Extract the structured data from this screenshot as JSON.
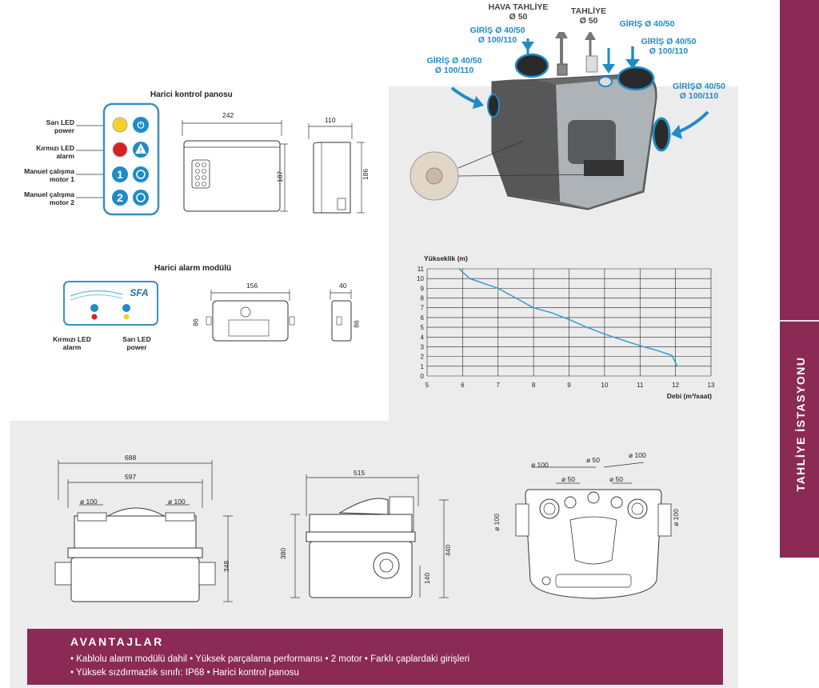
{
  "side_label": "TAHLİYE İSTASYONU",
  "control_panel": {
    "title": "Harici kontrol panosu",
    "leds": [
      {
        "line1": "Sarı LED",
        "line2": "power"
      },
      {
        "line1": "Kırmızı LED",
        "line2": "alarm"
      },
      {
        "line1": "Manuel çalışma",
        "line2": "motor 1"
      },
      {
        "line1": "Manuel çalışma",
        "line2": "motor 2"
      }
    ],
    "button_numbers": [
      "1",
      "2"
    ],
    "dims": {
      "width": "242",
      "height": "187",
      "depth": "110",
      "depth_height": "186"
    }
  },
  "alarm_module": {
    "title": "Harici alarm modülü",
    "brand": "SFA",
    "led_red": {
      "line1": "Kırmızı LED",
      "line2": "alarm"
    },
    "led_yellow": {
      "line1": "Sarı LED",
      "line2": "power"
    },
    "dims": {
      "width": "156",
      "height": "86",
      "depth": "40",
      "depth_height": "86"
    }
  },
  "product_callouts": {
    "hava_tahliye": {
      "line1": "HAVA TAHLİYE",
      "line2": "Ø 50"
    },
    "tahliye": {
      "line1": "TAHLİYE",
      "line2": "Ø 50"
    },
    "giris_top_left": {
      "line1": "GİRİŞ Ø 40/50",
      "line2": "Ø 100/110"
    },
    "giris_left": {
      "line1": "GİRİŞ Ø 40/50",
      "line2": "Ø 100/110"
    },
    "giris_top_right": "GİRİŞ Ø 40/50",
    "giris_right": {
      "line1": "GİRİŞ Ø 40/50",
      "line2": "Ø 100/110"
    },
    "giris_far_right": {
      "line1": "GİRİŞØ 40/50",
      "line2": "Ø 100/110"
    }
  },
  "chart_data": {
    "type": "line",
    "ylabel": "Yükseklik (m)",
    "xlabel": "Debi (m³/saat)",
    "xlim": [
      5,
      13
    ],
    "ylim": [
      0,
      11
    ],
    "x_ticks": [
      "5",
      "6",
      "7",
      "8",
      "9",
      "10",
      "11",
      "12",
      "13"
    ],
    "y_ticks": [
      "0",
      "1",
      "2",
      "3",
      "4",
      "5",
      "6",
      "7",
      "8",
      "9",
      "10",
      "11"
    ],
    "grid": true,
    "legend": "none",
    "series": [
      {
        "color": "#2aa0cc",
        "x": [
          5.9,
          6.05,
          6.2,
          6.6,
          7.0,
          7.5,
          8.0,
          8.5,
          9.0,
          9.5,
          10.0,
          10.5,
          11.0,
          11.5,
          11.9,
          12.05
        ],
        "y": [
          11.0,
          10.5,
          10.0,
          9.5,
          9.0,
          8.0,
          7.0,
          6.5,
          5.8,
          5.0,
          4.3,
          3.7,
          3.1,
          2.6,
          2.1,
          1.0
        ]
      }
    ]
  },
  "drawings": {
    "front": {
      "overall": "688",
      "inner": "597",
      "pipe_left": "ø 100",
      "pipe_right": "ø 100",
      "height": "348"
    },
    "side": {
      "width": "515",
      "height_body": "380",
      "height_total": "440",
      "outlet": "140"
    },
    "top": {
      "d100_left": "ø 100",
      "d100_right": "ø 100",
      "d50_top": "ø 50",
      "d50_left": "ø 50",
      "d50_right": "ø 50",
      "side_left": "ø 100",
      "side_right": "ø 100"
    }
  },
  "advantages": {
    "title": "AVANTAJLAR",
    "line1": "• Kablolu alarm modülü dahil  • Yüksek parçalama performansı  • 2 motor • Farklı çaplardaki girişleri",
    "line2": "• Yüksek sızdırmazlık sınıfı: IP68  • Harici kontrol panosu"
  },
  "colors": {
    "accent": "#8b2a55",
    "blue": "#1f8bc7",
    "curve": "#2aa0cc",
    "panel_border": "#3a8fc2"
  }
}
